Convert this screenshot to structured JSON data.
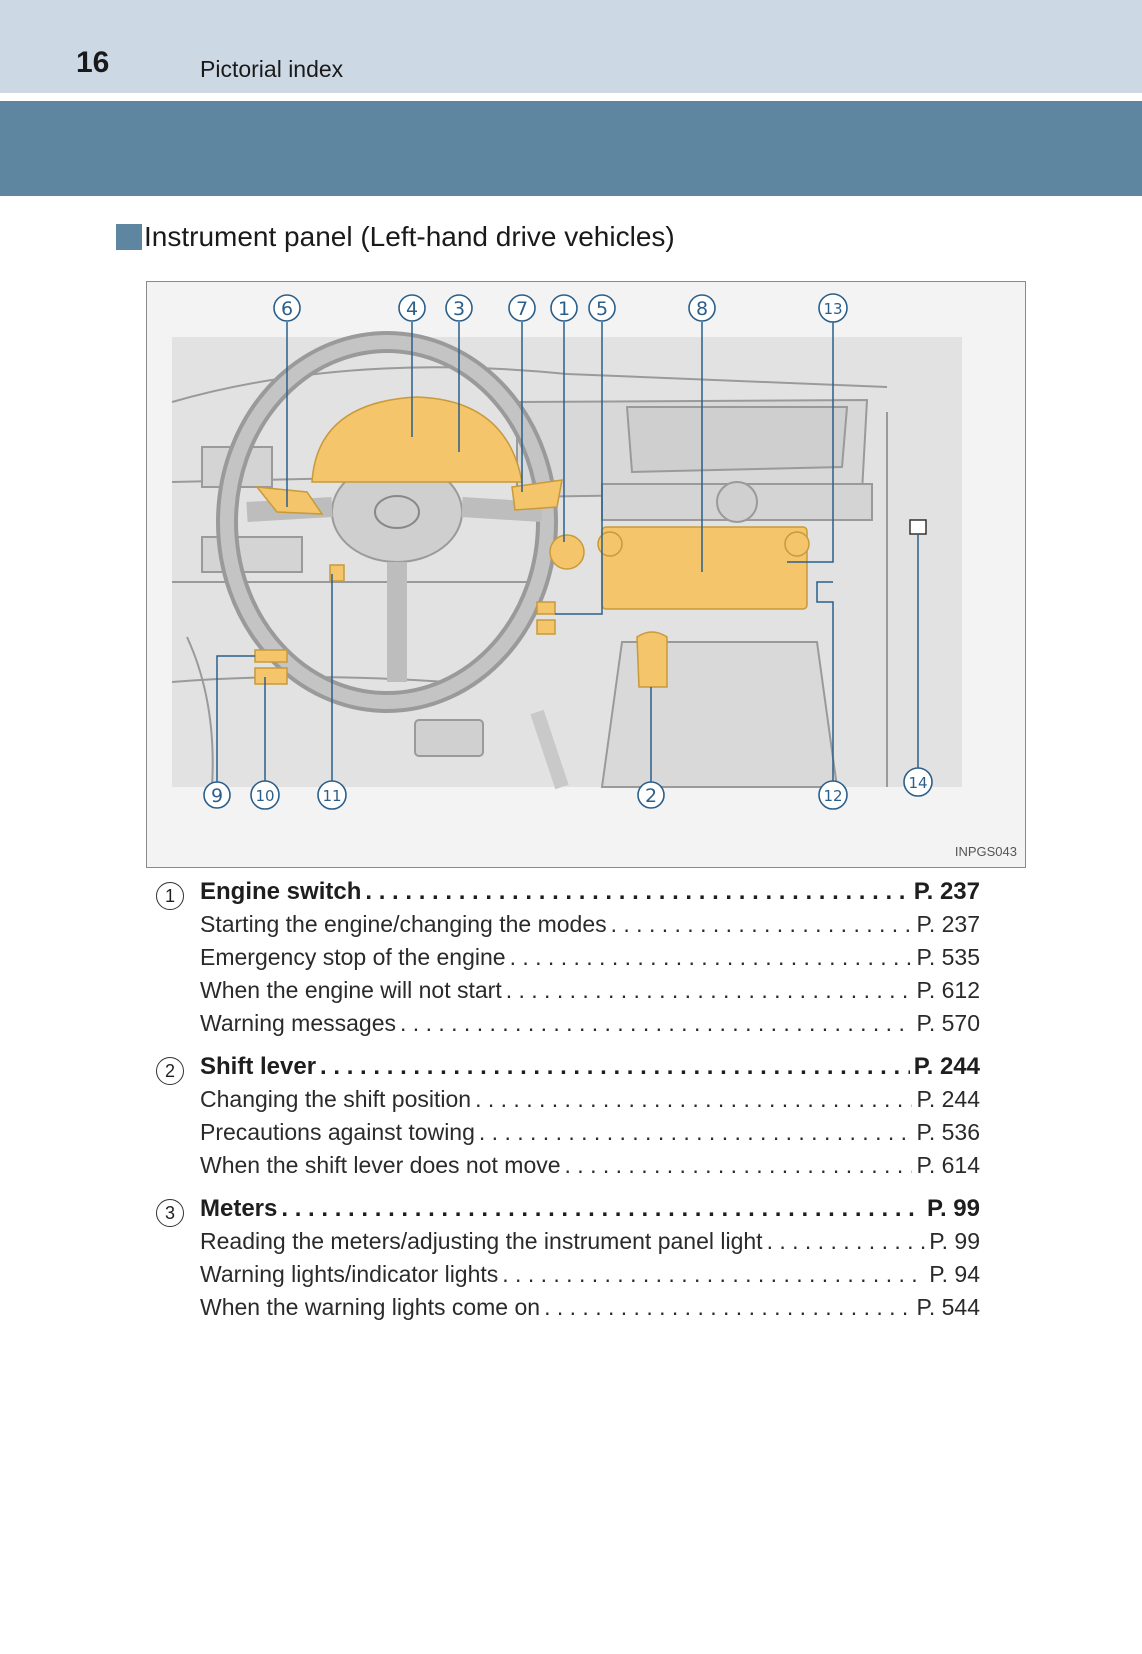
{
  "header": {
    "page_number": "16",
    "title": "Pictorial index"
  },
  "section": {
    "title": "Instrument panel (Left-hand drive vehicles)"
  },
  "figure": {
    "code": "INPGS043",
    "callouts": [
      "1",
      "2",
      "3",
      "4",
      "5",
      "6",
      "7",
      "8",
      "9",
      "10",
      "11",
      "12",
      "13",
      "14"
    ],
    "colors": {
      "highlight": "#f4c56a",
      "leader": "#2b5f8a",
      "line_art": "#9a9a9a"
    }
  },
  "index": [
    {
      "number": "1",
      "title": "Engine switch",
      "page": "P. 237",
      "items": [
        {
          "label": "Starting the engine/changing the modes",
          "page": "P. 237"
        },
        {
          "label": "Emergency stop of the engine",
          "page": "P. 535"
        },
        {
          "label": "When the engine will not start",
          "page": "P. 612"
        },
        {
          "label": "Warning messages",
          "page": "P. 570"
        }
      ]
    },
    {
      "number": "2",
      "title": "Shift lever",
      "page": "P. 244",
      "items": [
        {
          "label": "Changing the shift position",
          "page": "P. 244"
        },
        {
          "label": "Precautions against towing",
          "page": "P. 536"
        },
        {
          "label": "When the shift lever does not move",
          "page": "P. 614"
        }
      ]
    },
    {
      "number": "3",
      "title": "Meters",
      "page": "P. 99",
      "items": [
        {
          "label": "Reading the meters/adjusting the instrument panel light",
          "page": "P. 99"
        },
        {
          "label": "Warning lights/indicator lights",
          "page": "P. 94"
        },
        {
          "label": "When the warning lights come on",
          "page": "P. 544"
        }
      ]
    }
  ]
}
